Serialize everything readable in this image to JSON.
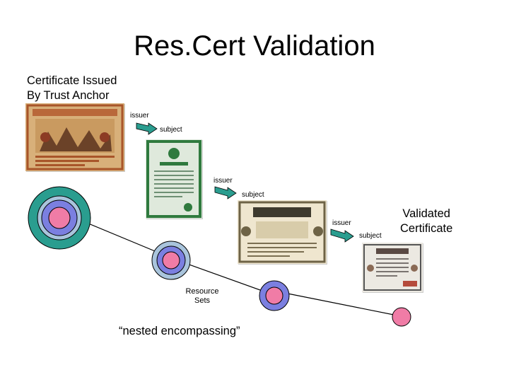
{
  "title": "Res.Cert Validation",
  "trust_anchor_label": [
    "Certificate Issued",
    "By Trust Anchor"
  ],
  "validated_label": [
    "Validated",
    "Certificate"
  ],
  "links": [
    {
      "issuer": "issuer",
      "subject": "subject"
    },
    {
      "issuer": "issuer",
      "subject": "subject"
    },
    {
      "issuer": "issuer",
      "subject": "subject"
    }
  ],
  "resource_label": [
    "Resource",
    "Sets"
  ],
  "nested_label": "“nested encompassing”",
  "colors": {
    "outer_ring": "#2a9d8f",
    "middle_ring": "#a9c4dc",
    "inner_ring": "#7b7fe0",
    "core": "#f07ca6",
    "arrow": "#000000"
  }
}
